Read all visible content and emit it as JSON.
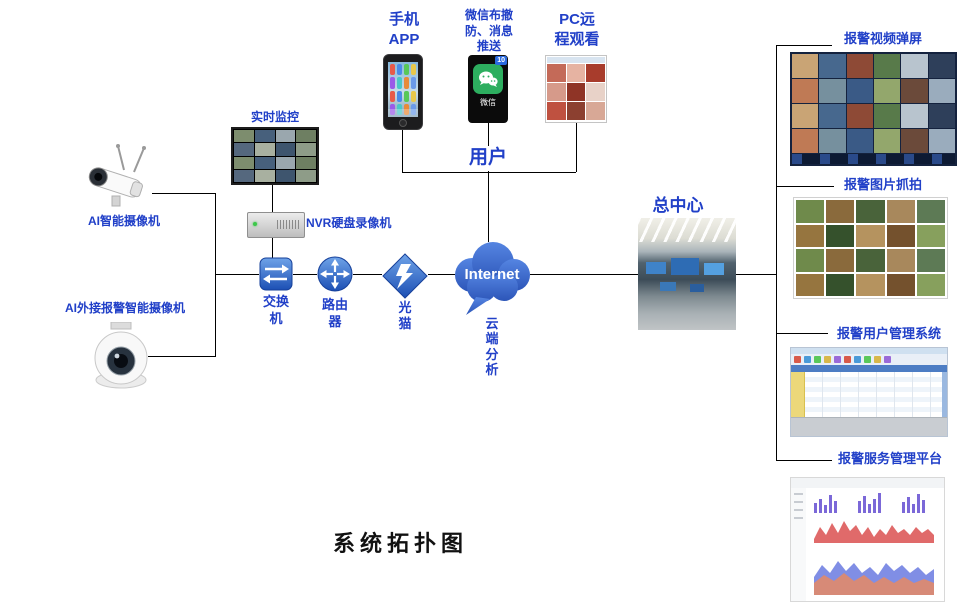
{
  "title": "系统拓扑图",
  "colors": {
    "label_blue": "#2140c8",
    "line_black": "#000000",
    "cloud_blue": "#3a6cd6",
    "icon_blue": "#2f62c4",
    "wechat_green": "#2dae5f"
  },
  "users": {
    "group_label": "用户",
    "phone_label": "手机\nAPP",
    "wechat_label": "微信布撤\n防、消息\n推送",
    "wechat_icon_text": "微信",
    "wechat_badge": "10",
    "pc_label": "PC远\n程观看"
  },
  "left": {
    "monitor_label": "实时监控",
    "nvr_label": "NVR硬盘录像机",
    "camera_bullet_label": "AI智能摄像机",
    "camera_dome_label": "AI外接报警智能摄像机"
  },
  "network": {
    "switch_label": "交换\n机",
    "router_label": "路由\n器",
    "modem_label": "光\n猫",
    "internet_label": "Internet",
    "cloud_analysis_label": "云\n端\n分\n析"
  },
  "center": {
    "label": "总中心"
  },
  "right": {
    "items": [
      {
        "label": "报警视频弹屏"
      },
      {
        "label": "报警图片抓拍"
      },
      {
        "label": "报警用户管理系统"
      },
      {
        "label": "报警服务管理平台"
      }
    ]
  },
  "icons": {
    "switch": "switch-icon",
    "router": "router-icon",
    "modem": "optical-modem-icon",
    "cloud": "internet-cloud-icon"
  }
}
